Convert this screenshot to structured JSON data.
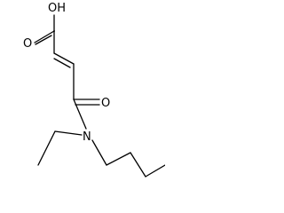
{
  "molecule": {
    "atoms": {
      "hydroxyl": "OH",
      "carboxyl_oxygen": "O",
      "amide_oxygen": "O",
      "nitrogen": "N"
    },
    "colors": {
      "ink": "#000000",
      "background": "#ffffff"
    }
  }
}
